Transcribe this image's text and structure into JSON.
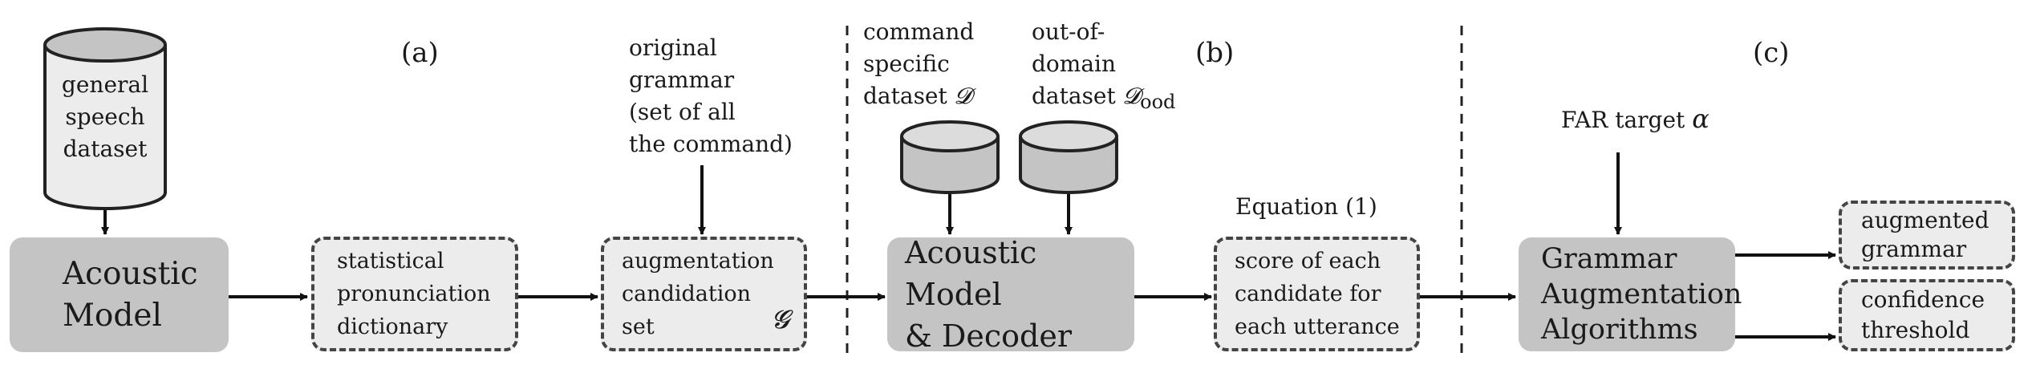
{
  "panels": {
    "a": "(a)",
    "b": "(b)",
    "c": "(c)"
  },
  "datasets": {
    "general": [
      "general",
      "speech",
      "dataset"
    ],
    "command": {
      "lines": [
        "command",
        "specific"
      ],
      "last": "dataset",
      "symbol": "𝓓"
    },
    "ood": {
      "lines": [
        "out-of-",
        "domain"
      ],
      "last": "dataset",
      "symbol": "𝓓",
      "subscript": "ood"
    }
  },
  "inputs": {
    "original_grammar": [
      "original",
      "grammar",
      "(set of all",
      "the command)"
    ],
    "equation": "Equation (1)",
    "far_target": "FAR target",
    "far_symbol": "α"
  },
  "boxes": {
    "acoustic_model": [
      "Acoustic",
      "Model"
    ],
    "pronunciation_dictionary": [
      "statistical",
      "pronunciation",
      "dictionary"
    ],
    "augmentation_set": [
      "augmentation",
      "candidation",
      "set"
    ],
    "augmentation_set_symbol": "𝓖",
    "decoder": [
      "Acoustic Model",
      "& Decoder"
    ],
    "scores": [
      "score of each",
      "candidate for",
      "each utterance"
    ],
    "algorithms": [
      "Grammar",
      "Augmentation",
      "Algorithms"
    ],
    "augmented_grammar": [
      "augmented",
      "grammar"
    ],
    "confidence_threshold": [
      "confidence",
      "threshold"
    ]
  }
}
